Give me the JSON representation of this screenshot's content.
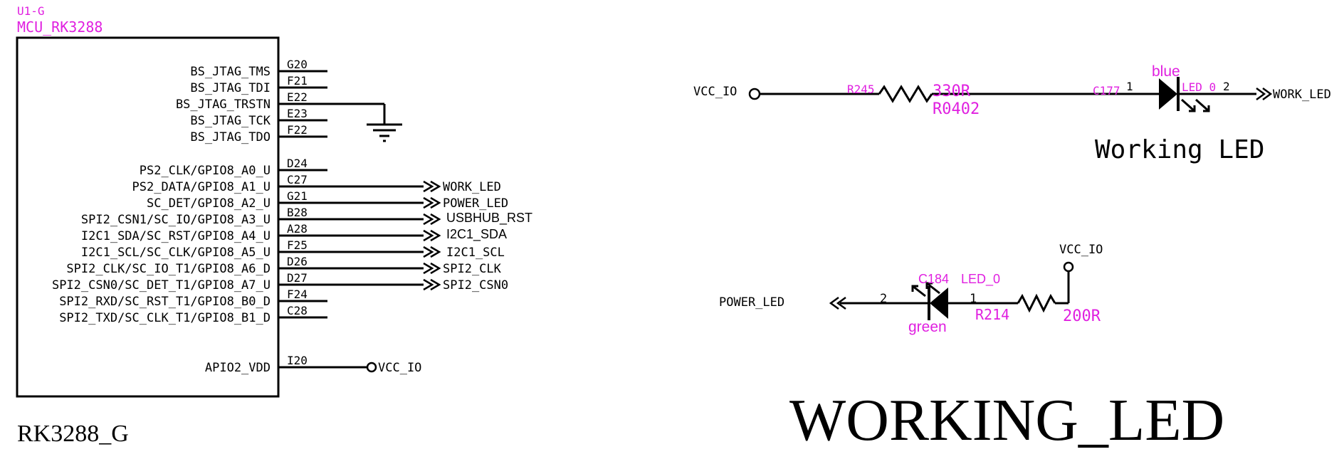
{
  "colors": {
    "line": "#000000",
    "accent": "#e020e0"
  },
  "mcu": {
    "ref": "U1-G",
    "part": "MCU_RK3288",
    "name": "RK3288_G",
    "pins": [
      {
        "label": "BS_JTAG_TMS",
        "pin": "G20"
      },
      {
        "label": "BS_JTAG_TDI",
        "pin": "F21"
      },
      {
        "label": "BS_JTAG_TRSTN",
        "pin": "E22"
      },
      {
        "label": "BS_JTAG_TCK",
        "pin": "E23"
      },
      {
        "label": "BS_JTAG_TDO",
        "pin": "F22"
      },
      {
        "label": "PS2_CLK/GPIO8_A0_U",
        "pin": "D24"
      },
      {
        "label": "PS2_DATA/GPIO8_A1_U",
        "pin": "C27"
      },
      {
        "label": "SC_DET/GPIO8_A2_U",
        "pin": "G21"
      },
      {
        "label": "SPI2_CSN1/SC_IO/GPIO8_A3_U",
        "pin": "B28"
      },
      {
        "label": "I2C1_SDA/SC_RST/GPIO8_A4_U",
        "pin": "A28"
      },
      {
        "label": "I2C1_SCL/SC_CLK/GPIO8_A5_U",
        "pin": "F25"
      },
      {
        "label": "SPI2_CLK/SC_IO_T1/GPIO8_A6_D",
        "pin": "D26"
      },
      {
        "label": "SPI2_CSN0/SC_DET_T1/GPIO8_A7_U",
        "pin": "D27"
      },
      {
        "label": "SPI2_RXD/SC_RST_T1/GPIO8_B0_D",
        "pin": "F24"
      },
      {
        "label": "SPI2_TXD/SC_CLK_T1/GPIO8_B1_D",
        "pin": "C28"
      },
      {
        "label": "APIO2_VDD",
        "pin": "I20"
      }
    ],
    "nets": [
      "WORK_LED",
      "POWER_LED",
      "USBHUB_RST",
      "I2C1_SDA",
      "I2C1_SCL",
      "SPI2_CLK",
      "SPI2_CSN0"
    ],
    "vcc_label": "VCC_IO"
  },
  "work_led": {
    "vcc_label": "VCC_IO",
    "resistor_ref": "R245",
    "resistor_value": "330R",
    "resistor_package": "R0402",
    "led_ref": "C177",
    "led_pin1": "1",
    "led_name": "LED_0",
    "led_pin2": "2",
    "led_color": "blue",
    "net_label": "WORK_LED",
    "caption": "Working LED"
  },
  "power_led": {
    "net_label": "POWER_LED",
    "pin2": "2",
    "led_ref": "C184",
    "led_name": "LED_0",
    "led_color": "green",
    "pin1": "1",
    "resistor_ref": "R214",
    "resistor_value": "200R",
    "vcc_label": "VCC_IO"
  },
  "sheet_title": "WORKING_LED"
}
